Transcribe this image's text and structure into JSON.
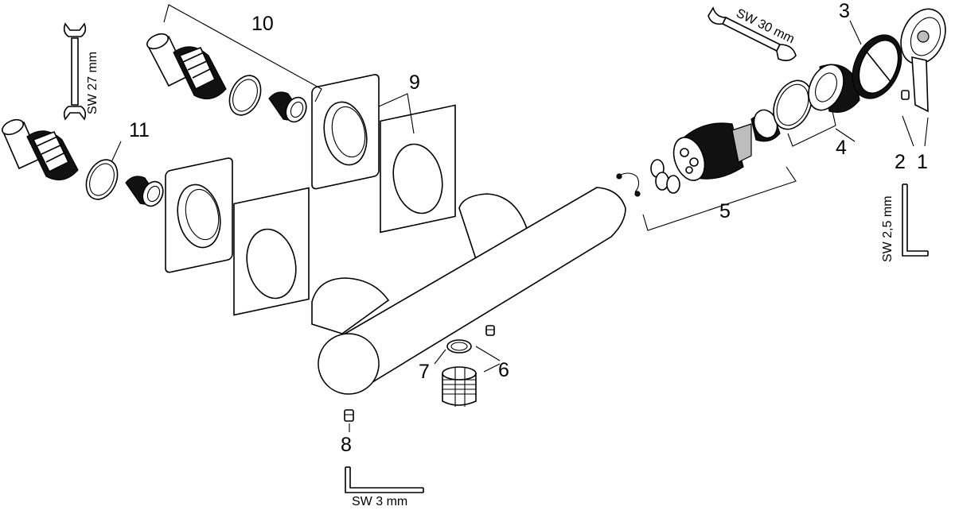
{
  "callouts": {
    "c1": "1",
    "c2": "2",
    "c3": "3",
    "c4": "4",
    "c5": "5",
    "c6": "6",
    "c7": "7",
    "c8": "8",
    "c9": "9",
    "c10": "10",
    "c11": "11"
  },
  "tools": {
    "wrench_27": "SW 27 mm",
    "wrench_30": "SW 30 mm",
    "hex_key_2_5": "SW 2,5 mm",
    "hex_key_3": "SW 3 mm"
  },
  "colors": {
    "line": "#000000",
    "background": "#ffffff"
  }
}
